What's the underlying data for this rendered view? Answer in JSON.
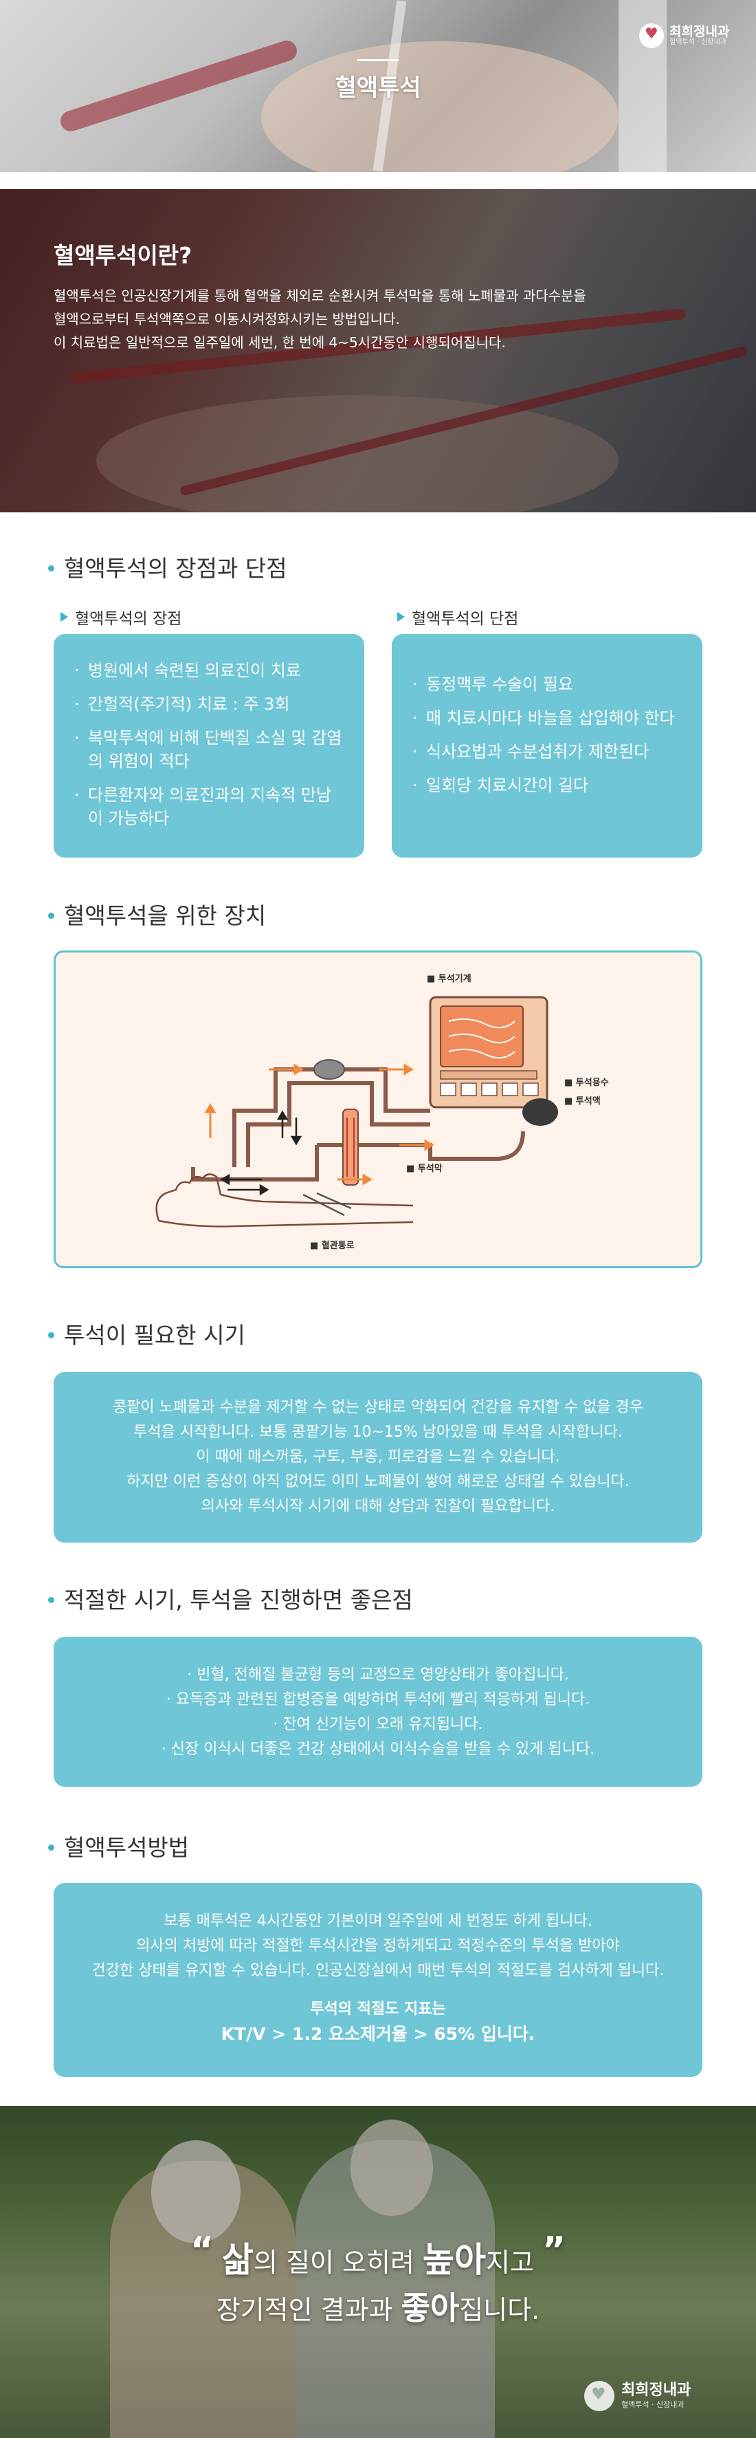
{
  "header": {
    "title": "혈액투석",
    "logo_name": "최희정내과",
    "logo_sub": "혈액투석 · 신장내과"
  },
  "intro": {
    "title": "혈액투석이란?",
    "lines": [
      "혈액투석은 인공신장기계를 통해 혈액을 체외로 순환시켜 투석막을 통해 노폐물과 과다수분을",
      "혈액으로부터 투석액쪽으로 이동시켜정화시키는 방법입니다.",
      "이 치료법은 일반적으로 일주일에 세번, 한 번에 4~5시간동안 시행되어집니다."
    ]
  },
  "pros_cons": {
    "title": "혈액투석의 장점과 단점",
    "pros_label": "혈액투석의 장점",
    "pros": [
      "병원에서 숙련된 의료진이 치료",
      "간헐적(주기적) 치료 : 주 3회",
      "복막투석에 비해 단백질 소실 및 감염의 위험이 적다",
      "다른환자와 의료진과의 지속적 만남이 가능하다"
    ],
    "cons_label": "혈액투석의 단점",
    "cons": [
      "동정맥루 수술이 필요",
      "매 치료시마다 바늘을 삽입해야 한다",
      "식사요법과 수분섭취가 제한된다",
      "일회당 치료시간이 길다"
    ]
  },
  "device": {
    "title": "혈액투석을 위한 장치",
    "labels": {
      "machine": "■ 투석기계",
      "dialysate_fluid": "■ 투석용수",
      "dialysate": "■ 투석액",
      "membrane": "■ 투석막",
      "access": "■ 혈관통로"
    }
  },
  "timing": {
    "title": "투석이 필요한 시기",
    "lines": [
      "콩팥이 노폐물과 수분을 제거할 수 없는 상태로 악화되어 건강을 유지할 수 없을 경우",
      "투석을 시작합니다. 보통 콩팥기능 10~15% 남아있을 때 투석을 시작합니다.",
      "이 때에 매스꺼움, 구토, 부종, 피로감을 느낄 수 있습니다.",
      "하지만 이런 증상이 아직 없어도 이미 노폐물이 쌓여 해로운 상태일 수 있습니다.",
      "의사와 투석시작 시기에 대해 상담과 진찰이 필요합니다."
    ]
  },
  "benefits": {
    "title": "적절한 시기, 투석을 진행하면 좋은점",
    "lines": [
      "· 빈혈, 전해질 불균형 등의 교정으로 영양상태가 좋아집니다.",
      "· 요독증과 관련된 합병증을 예방하며 투석에 빨리 적응하게 됩니다.",
      "· 잔여 신기능이 오래 유지됩니다.",
      "· 신장 이식시 더좋은 건강 상태에서 이식수술을 받을 수 있게 됩니다."
    ]
  },
  "method": {
    "title": "혈액투석방법",
    "lines": [
      "보통 매투석은 4시간동안 기본이며 일주일에 세 번정도 하게 됩니다.",
      "의사의 처방에 따라 적절한 투석시간을 정하게되고 적정수준의 투석을 받아야",
      "건강한 상태를 유지할 수 있습니다. 인공신장실에서 매번 투석의 적절도를 검사하게 됩니다."
    ],
    "index_title": "투석의 적절도 지표는",
    "index_value": "KT/V > 1.2 요소제거율 > 65% 입니다."
  },
  "bottom": {
    "quote_open": "“",
    "quote_close": "”",
    "q1_a": "삶",
    "q1_b": "의 질이 오히려 ",
    "q1_c": "높아",
    "q1_d": "지고",
    "q2_a": "장기적인 결과과 ",
    "q2_b": "좋아",
    "q2_c": "집니다.",
    "logo_name": "최희정내과",
    "logo_sub": "혈액투석 · 신장내과"
  },
  "colors": {
    "accent": "#38b5c9",
    "box": "#6ec6d6",
    "diagram_bg": "#fdf3ea",
    "arrow": "#f08a3a"
  }
}
